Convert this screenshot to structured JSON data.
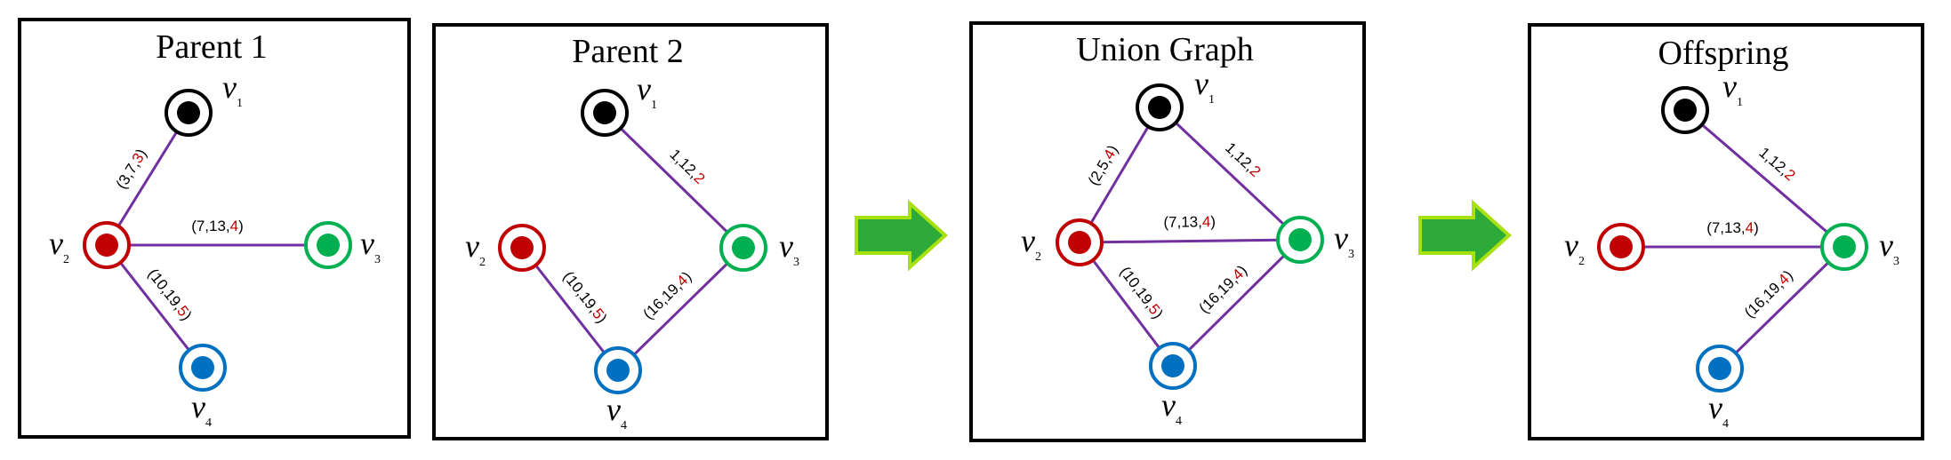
{
  "colors": {
    "edge": "#7030a0",
    "v1": "#000000",
    "v2": "#c00000",
    "v3": "#00b050",
    "v4": "#0070c0",
    "arrow_fill": "#2eaa3b",
    "arrow_stroke": "#a8e010",
    "weight_highlight": "#c00000"
  },
  "vertices": {
    "v1": {
      "name": "v",
      "sub": "1",
      "color_key": "v1"
    },
    "v2": {
      "name": "v",
      "sub": "2",
      "color_key": "v2"
    },
    "v3": {
      "name": "v",
      "sub": "3",
      "color_key": "v3"
    },
    "v4": {
      "name": "v",
      "sub": "4",
      "color_key": "v4"
    }
  },
  "panels": [
    {
      "title": "Parent 1",
      "edges": [
        {
          "from": "v1",
          "to": "v2",
          "label": [
            "(3,7,",
            "3",
            ")"
          ]
        },
        {
          "from": "v2",
          "to": "v3",
          "label": [
            "(7,13,",
            "4",
            ")"
          ]
        },
        {
          "from": "v2",
          "to": "v4",
          "label": [
            "(10,19,",
            "5",
            ")"
          ]
        }
      ]
    },
    {
      "title": "Parent 2",
      "edges": [
        {
          "from": "v1",
          "to": "v3",
          "label": [
            "1,12,",
            "2",
            ""
          ]
        },
        {
          "from": "v2",
          "to": "v4",
          "label": [
            "(10,19,",
            "5",
            ")"
          ]
        },
        {
          "from": "v4",
          "to": "v3",
          "label": [
            "(16,19,",
            "4",
            ")"
          ]
        }
      ]
    },
    {
      "title": "Union Graph",
      "edges": [
        {
          "from": "v1",
          "to": "v2",
          "label": [
            "(2,5,",
            "4",
            ")"
          ]
        },
        {
          "from": "v1",
          "to": "v3",
          "label": [
            "1,12,",
            "2",
            ""
          ]
        },
        {
          "from": "v2",
          "to": "v3",
          "label": [
            "(7,13,",
            "4",
            ")"
          ]
        },
        {
          "from": "v2",
          "to": "v4",
          "label": [
            "(10,19,",
            "5",
            ")"
          ]
        },
        {
          "from": "v4",
          "to": "v3",
          "label": [
            "(16,19,",
            "4",
            ")"
          ]
        }
      ]
    },
    {
      "title": "Offspring",
      "edges": [
        {
          "from": "v1",
          "to": "v3",
          "label": [
            "1,12,",
            "2",
            ""
          ]
        },
        {
          "from": "v2",
          "to": "v3",
          "label": [
            "(7,13,",
            "4",
            ")"
          ]
        },
        {
          "from": "v4",
          "to": "v3",
          "label": [
            "(16,19,",
            "4",
            ")"
          ]
        }
      ]
    }
  ]
}
